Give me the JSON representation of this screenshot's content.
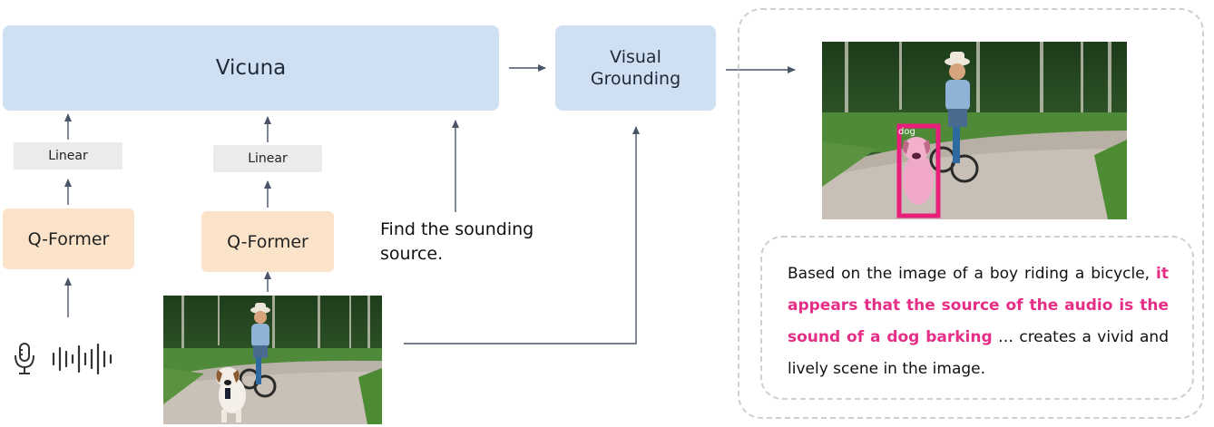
{
  "vicuna": {
    "label": "Vicuna"
  },
  "visual_grounding": {
    "line1": "Visual",
    "line2": "Grounding"
  },
  "linear": {
    "label": "Linear"
  },
  "qformer": {
    "label": "Q-Former"
  },
  "prompt": {
    "text": "Find the sounding\nsource."
  },
  "detection": {
    "label": "dog",
    "box_color": "#e91e7b"
  },
  "answer": {
    "pre": "Based on the image of a boy riding a bicycle, ",
    "highlight": "it appears that the source of the audio is the sound of a dog barking",
    "post": " … creates a vivid and lively scene in the image."
  },
  "colors": {
    "llm": "#cfe0f3",
    "qformer": "#fbe3c9",
    "linear": "#ebebeb",
    "highlight": "#e62e87",
    "arrow": "#4a5568"
  },
  "icons": {
    "audio_input": "microphone-icon",
    "waveform": "waveform-icon"
  }
}
